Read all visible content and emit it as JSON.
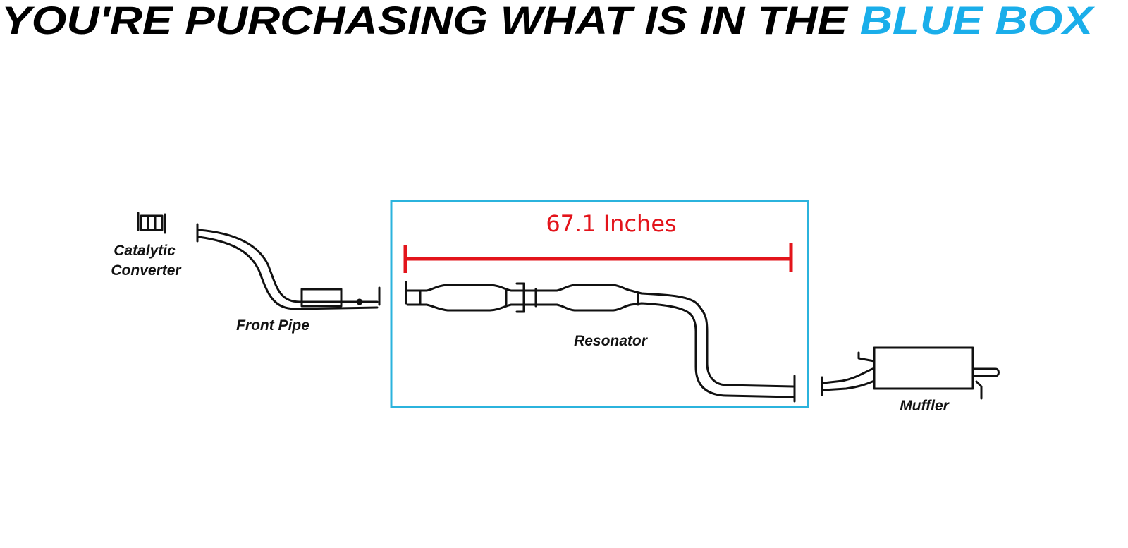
{
  "title": {
    "prefix": "YOU'RE PURCHASING WHAT IS IN THE ",
    "highlight": "BLUE BOX"
  },
  "colors": {
    "title": "#000000",
    "highlight": "#1aaeea",
    "box": "#2bb3dd",
    "measure": "#e3141b"
  },
  "measurement": {
    "label": "67.1 Inches"
  },
  "parts": {
    "catalytic_converter_line1": "Catalytic",
    "catalytic_converter_line2": "Converter",
    "front_pipe": "Front Pipe",
    "resonator": "Resonator",
    "muffler": "Muffler"
  }
}
